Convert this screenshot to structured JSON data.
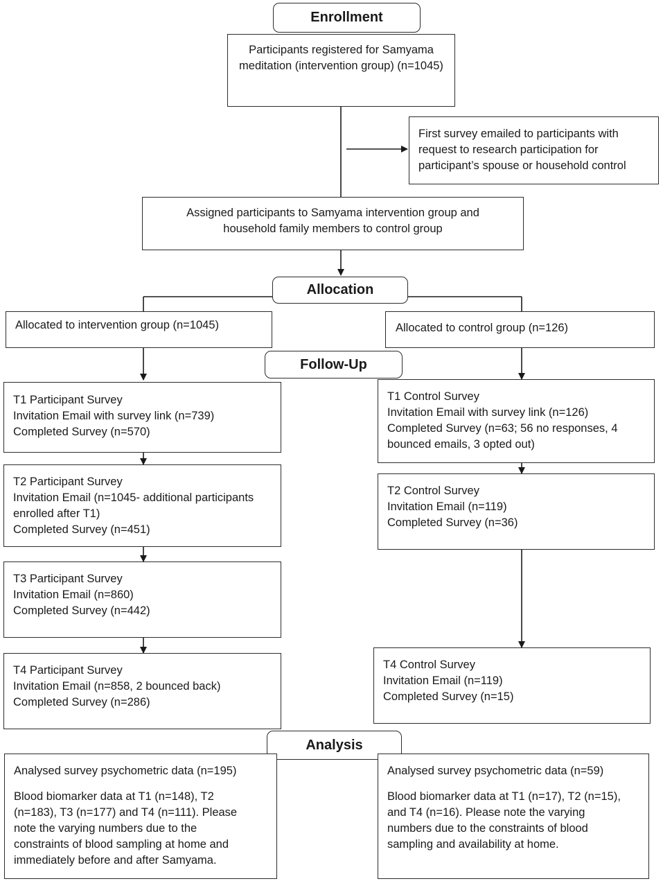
{
  "stages": {
    "enrollment": "Enrollment",
    "allocation": "Allocation",
    "follow_up": "Follow-Up",
    "analysis": "Analysis"
  },
  "boxes": {
    "registered": [
      "Participants registered for Samyama",
      "meditation (intervention group) (n=1045)"
    ],
    "first_survey": [
      "First survey emailed to participants with",
      "request to research participation for",
      "participant’s spouse or household control"
    ],
    "assigned": [
      "Assigned participants to Samyama intervention group and",
      "household family members to control group"
    ],
    "alloc_intervention": [
      "Allocated to intervention group (n=1045)"
    ],
    "alloc_control": [
      "Allocated to control group (n=126)"
    ],
    "t1_participant": [
      "T1 Participant Survey",
      "Invitation Email with survey link (n=739)",
      "Completed Survey (n=570)"
    ],
    "t2_participant": [
      "T2 Participant Survey",
      "Invitation Email (n=1045- additional participants",
      "enrolled after T1)",
      "Completed Survey (n=451)"
    ],
    "t3_participant": [
      "T3 Participant Survey",
      "Invitation Email (n=860)",
      "Completed Survey (n=442)"
    ],
    "t4_participant": [
      "T4 Participant Survey",
      "Invitation Email (n=858, 2 bounced back)",
      "Completed Survey (n=286)"
    ],
    "t1_control": [
      "T1 Control Survey",
      "Invitation Email with survey link (n=126)",
      "Completed Survey (n=63; 56 no responses, 4",
      "bounced emails, 3 opted out)"
    ],
    "t2_control": [
      "T2 Control Survey",
      "Invitation Email (n=119)",
      "Completed Survey (n=36)"
    ],
    "t4_control": [
      "T4 Control Survey",
      "Invitation Email (n=119)",
      "Completed Survey (n=15)"
    ],
    "analysis_intervention": {
      "psychometric": "Analysed survey psychometric data (n=195)",
      "blood": [
        "Blood biomarker data at T1 (n=148), T2",
        "(n=183), T3 (n=177) and T4 (n=111). Please",
        "note the varying numbers due to the",
        "constraints of blood sampling at home and",
        "immediately before and after Samyama."
      ]
    },
    "analysis_control": {
      "psychometric": "Analysed survey psychometric data (n=59)",
      "blood": [
        "Blood biomarker data at T1 (n=17), T2 (n=15),",
        "and T4 (n=16). Please note the varying",
        "numbers due to the constraints of blood",
        "sampling and availability at home."
      ]
    }
  }
}
